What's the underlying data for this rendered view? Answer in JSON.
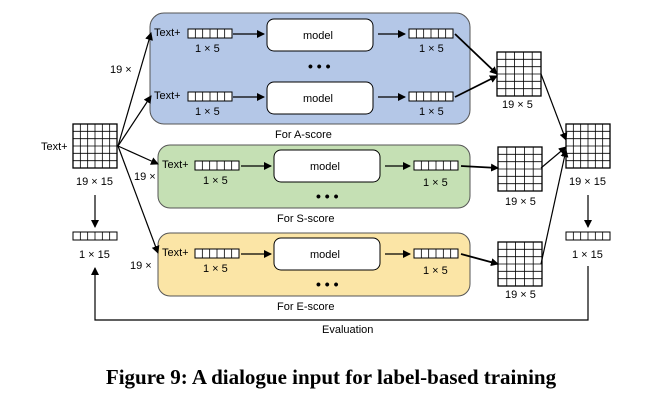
{
  "labels": {
    "text_plus": "Text+",
    "dim_1x5": "1 × 5",
    "dim_1x15": "1 × 15",
    "dim_19x5": "19 × 5",
    "dim_19x15": "19 × 15",
    "multiplier_19": "19 ×",
    "model": "model",
    "ellipsis": "• • •",
    "evaluation": "Evaluation"
  },
  "panels": {
    "a_score": {
      "title": "For A-score",
      "color": "#b4c7e7"
    },
    "s_score": {
      "title": "For S-score",
      "color": "#c5e0b4"
    },
    "e_score": {
      "title": "For E-score",
      "color": "#fbe5a6"
    }
  },
  "caption": "Figure 9: A dialogue input for label-based training"
}
